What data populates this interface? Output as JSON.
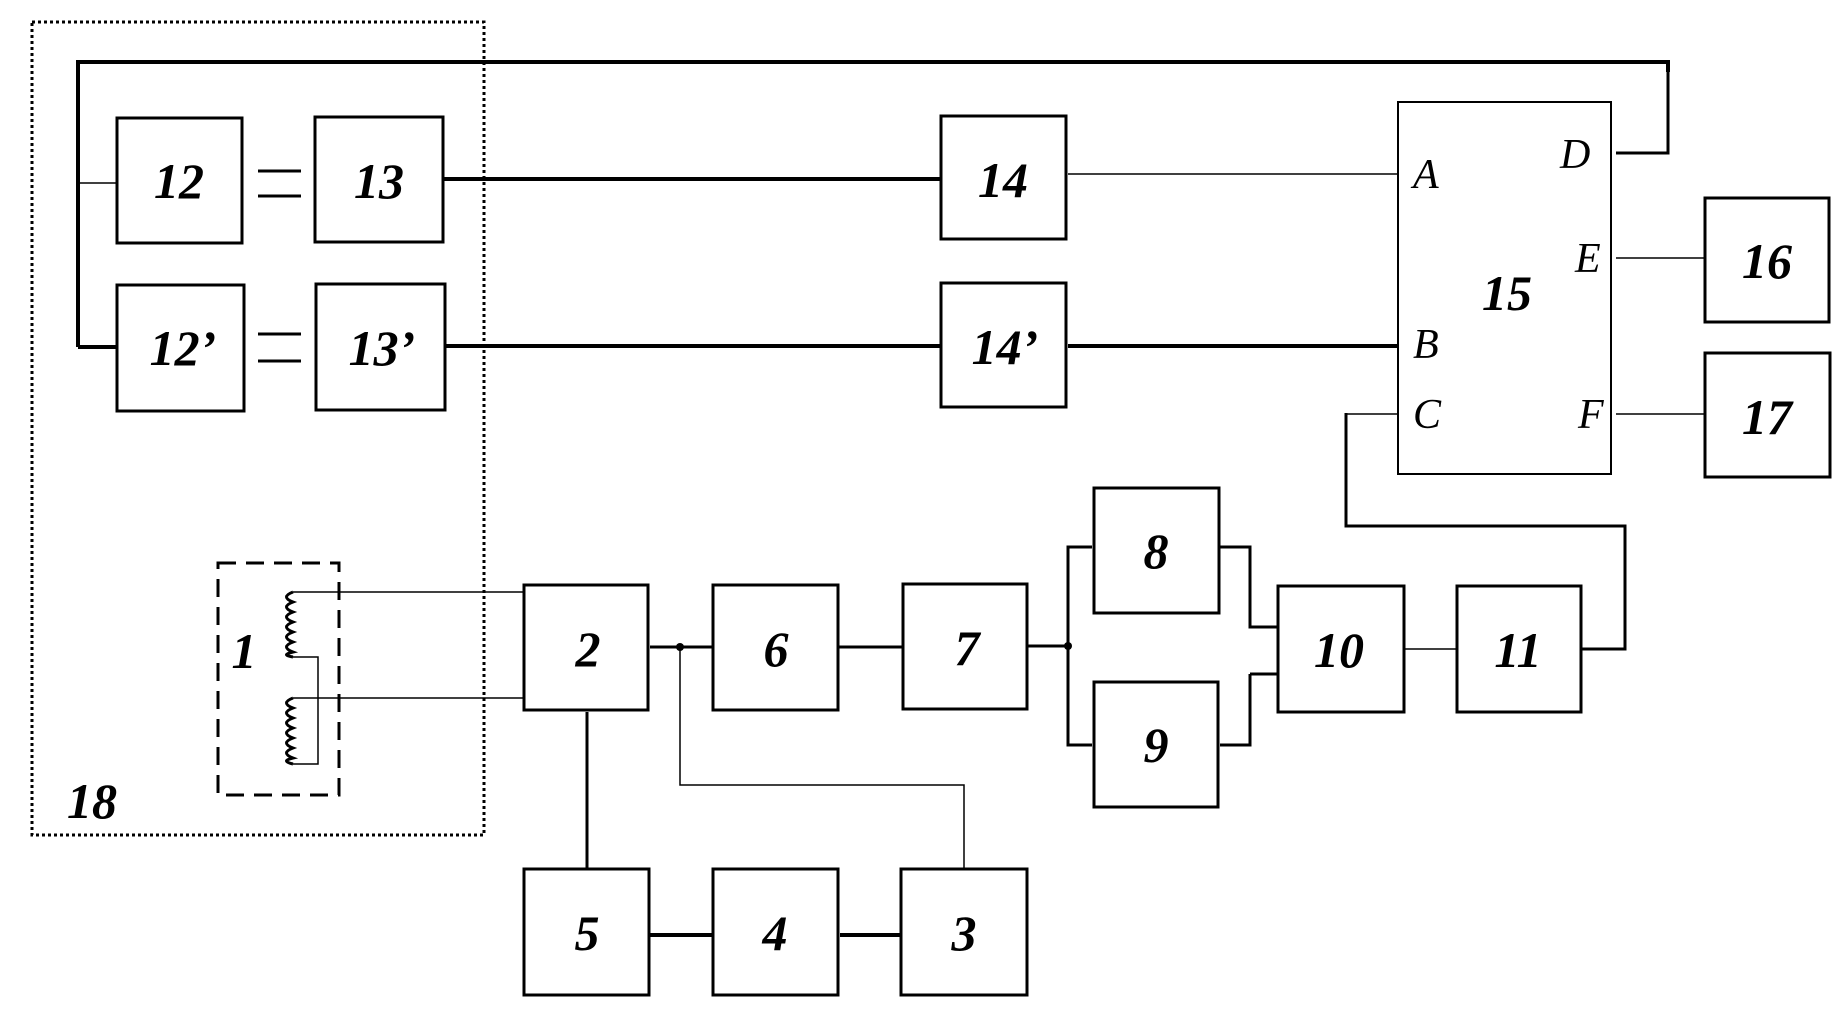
{
  "diagram": {
    "blocks": {
      "b1": "1",
      "b2": "2",
      "b3": "3",
      "b4": "4",
      "b5": "5",
      "b6": "6",
      "b7": "7",
      "b8": "8",
      "b9": "9",
      "b10": "10",
      "b11": "11",
      "b12": "12",
      "b12p": "12’",
      "b13": "13",
      "b13p": "13’",
      "b14": "14",
      "b14p": "14’",
      "b15": "15",
      "b16": "16",
      "b17": "17",
      "b18": "18"
    },
    "ports": {
      "A": "A",
      "B": "B",
      "C": "C",
      "D": "D",
      "E": "E",
      "F": "F"
    }
  }
}
